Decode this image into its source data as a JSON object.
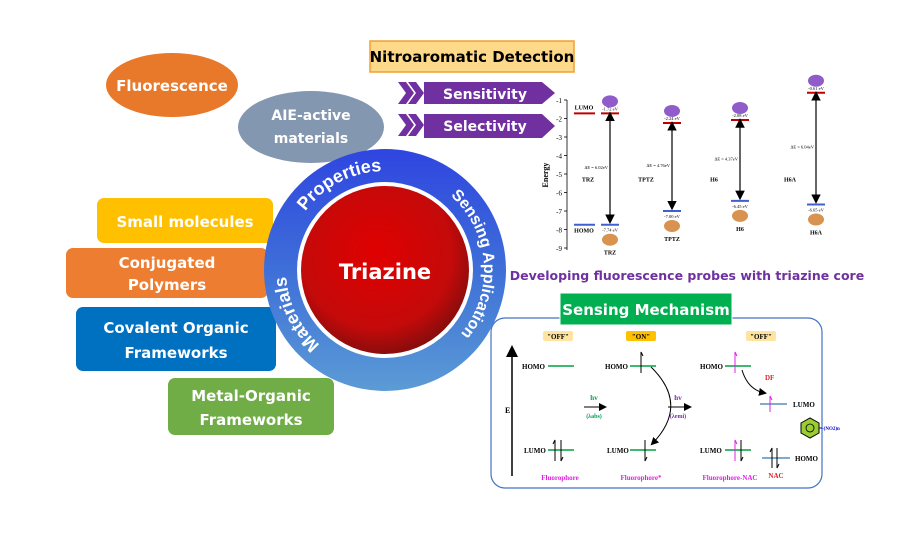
{
  "center": {
    "title": "Triazine"
  },
  "ring": {
    "top": "Properties",
    "right": "Sensing Application",
    "left": "Materials"
  },
  "properties": {
    "fluorescence": "Fluorescence",
    "aie_line1": "AIE-active",
    "aie_line2": "materials"
  },
  "materials": [
    {
      "line1": "Small molecules",
      "line2": "",
      "color": "#FFC000"
    },
    {
      "line1": "Conjugated",
      "line2": "Polymers",
      "color": "#ED7D31"
    },
    {
      "line1": "Covalent Organic",
      "line2": "Frameworks",
      "color": "#0070C0"
    },
    {
      "line1": "Metal-Organic",
      "line2": "Frameworks",
      "color": "#70AD47"
    }
  ],
  "nitro": {
    "title": "Nitroaromatic Detection",
    "items": [
      "Sensitivity",
      "Selectivity"
    ]
  },
  "probes_caption": "Developing fluorescence probes with triazine core",
  "energy_chart": {
    "ylabel": "Energy",
    "ticks": [
      "-1",
      "-2",
      "-3",
      "-4",
      "-5",
      "-6",
      "-7",
      "-8",
      "-9"
    ],
    "legend": {
      "lumo": "LUMO",
      "homo": "HOMO"
    },
    "compounds": [
      {
        "name": "TRZ",
        "lumo": "-1.72 eV",
        "homo": "-7.74 eV",
        "gap": "ΔE = 6.02eV",
        "lumo_val": -1.72,
        "homo_val": -7.74
      },
      {
        "name": "TPTZ",
        "lumo": "-2.24 eV",
        "homo": "-7.00 eV",
        "gap": "ΔE = 4.76eV",
        "lumo_val": -2.24,
        "homo_val": -7.0
      },
      {
        "name": "H6",
        "lumo": "-2.08 eV",
        "homo": "-6.45 eV",
        "gap": "ΔE = 4.37eV",
        "lumo_val": -2.08,
        "homo_val": -6.45
      },
      {
        "name": "H6A",
        "lumo": "-0.61 eV",
        "homo": "-6.65 eV",
        "gap": "ΔE = 6.04eV",
        "lumo_val": -0.61,
        "homo_val": -6.65
      }
    ]
  },
  "mechanism": {
    "title": "Sensing Mechanism",
    "states": [
      "\"OFF\"",
      "\"ON\"",
      "\"OFF\""
    ],
    "homo": "HOMO",
    "lumo": "LUMO",
    "e_axis": "E",
    "hv": "hv",
    "abs": "(λabs)",
    "emi": "(λemi)",
    "df": "DF",
    "nac": "NAC",
    "no2": "-(NO2)n",
    "captions": [
      "Fluorophore",
      "Fluorophore*",
      "Fluorophore-NAC"
    ]
  }
}
